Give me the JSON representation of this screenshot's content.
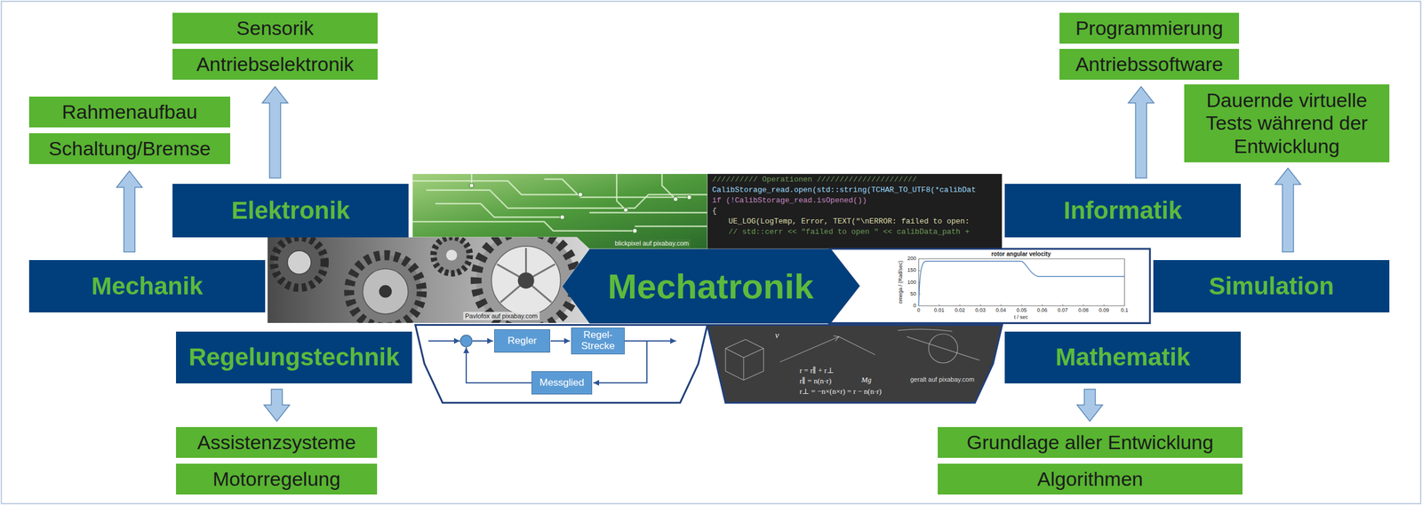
{
  "diagram": {
    "nodes": [
      {
        "text": [
          "Sensorik"
        ]
      },
      {
        "text": [
          "Antriebselektronik"
        ]
      },
      {
        "text": [
          "Programmierung"
        ]
      },
      {
        "text": [
          "Antriebssoftware"
        ]
      },
      {
        "text": [
          "Rahmenaufbau"
        ]
      },
      {
        "text": [
          "Schaltung/Bremse"
        ]
      },
      {
        "text": [
          "Dauernde virtuelle Tests während der Entwicklung"
        ]
      },
      {
        "text": [
          "Elektronik"
        ]
      },
      {
        "text": [
          "Informatik"
        ]
      },
      {
        "text": [
          "Mechanik"
        ]
      },
      {
        "text": [
          "Mechatronik"
        ]
      },
      {
        "text": [
          "Simulation"
        ]
      },
      {
        "text": [
          "Regelungstechnik"
        ]
      },
      {
        "text": [
          "Regler"
        ]
      },
      {
        "text": [
          "Regel-Strecke"
        ]
      },
      {
        "text": [
          "Messglied"
        ]
      },
      {
        "text": [
          "Mathematik"
        ]
      },
      {
        "text": [
          "Assistenzsysteme"
        ]
      },
      {
        "text": [
          "Motorregelung"
        ]
      },
      {
        "text": [
          "Grundlage aller Entwicklung"
        ]
      },
      {
        "text": [
          "Algorithmen"
        ]
      }
    ],
    "edges": [
      {
        "from": 9,
        "to": 5,
        "arrow": "to"
      },
      {
        "from": 7,
        "to": 1,
        "arrow": "to"
      },
      {
        "from": 8,
        "to": 3,
        "arrow": "to"
      },
      {
        "from": 11,
        "to": 6,
        "arrow": "to"
      },
      {
        "from": 12,
        "to": 17,
        "arrow": "to"
      },
      {
        "from": 16,
        "to": 19,
        "arrow": "to"
      },
      {
        "from": 13,
        "to": 14,
        "arrow": "to"
      },
      {
        "from": 14,
        "to": 15,
        "arrow": "to"
      }
    ],
    "labels": [
      "blickpixel auf pixabay.com",
      "////////// Operationen //////////////////////",
      "CalibStorage_read.open(std::string(TCHAR_TO_UTF8(*calibDat",
      "if (!CalibStorage_read.isOpened())",
      "{",
      "UE_LOG(LogTemp, Error, TEXT(\"\\nERROR: failed to open:",
      "// std::cerr << \"failed to open \" << calibData_path +",
      "Pavlofox auf pixabay.com",
      "rotor angular velocity",
      "omega / (Rad/sec)",
      "t / sec",
      "0",
      "0.01",
      "0.02",
      "0.03",
      "0.04",
      "0.05",
      "0.06",
      "0.07",
      "0.08",
      "0.09",
      "0.1",
      "0",
      "50",
      "100",
      "150",
      "200",
      "v",
      "r = r∥ + r⊥",
      "r∥ = n(n·r)",
      "r⊥ = −n×(n×r) = r − n(n·r)",
      "Mg",
      "geralt auf pixabay.com"
    ]
  }
}
